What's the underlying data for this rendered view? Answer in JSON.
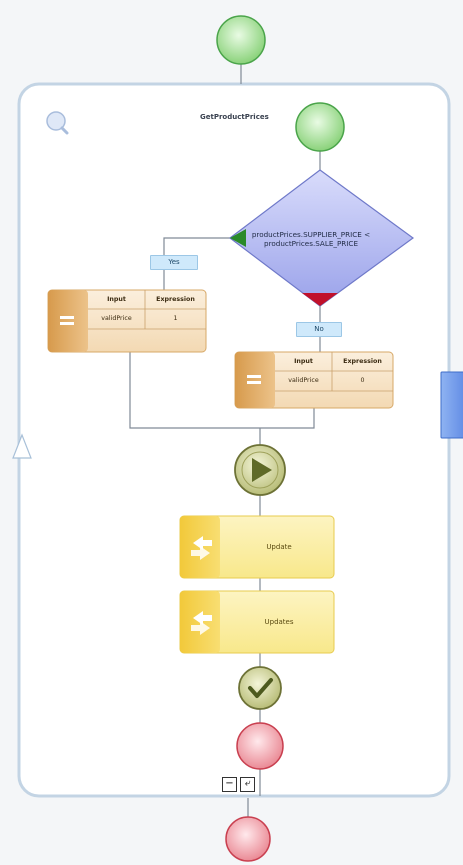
{
  "workflow": {
    "title": "GetProductPrices",
    "condition": "productPrices.SUPPLIER_PRICE < productPrices.SALE_PRICE",
    "yes_label": "Yes",
    "no_label": "No"
  },
  "assign_yes": {
    "headers": [
      "Input",
      "Expression"
    ],
    "row": [
      "validPrice",
      "1"
    ]
  },
  "assign_no": {
    "headers": [
      "Input",
      "Expression"
    ],
    "row": [
      "validPrice",
      "0"
    ]
  },
  "activities": [
    {
      "label": "Update"
    },
    {
      "label": "Updates"
    }
  ],
  "controls": {
    "collapse": "−",
    "return": "⤶"
  },
  "colors": {
    "start_green": "#9fe08f",
    "end_red": "#f3a0a8",
    "decision": "#a9b0ef",
    "assign": "#e6b674",
    "activity": "#f7e27a",
    "container": "#c9d9e8"
  },
  "icons": [
    "search-icon",
    "play-icon",
    "check-icon",
    "equals-icon",
    "swap-arrows-icon",
    "loop-arrow-icon"
  ]
}
